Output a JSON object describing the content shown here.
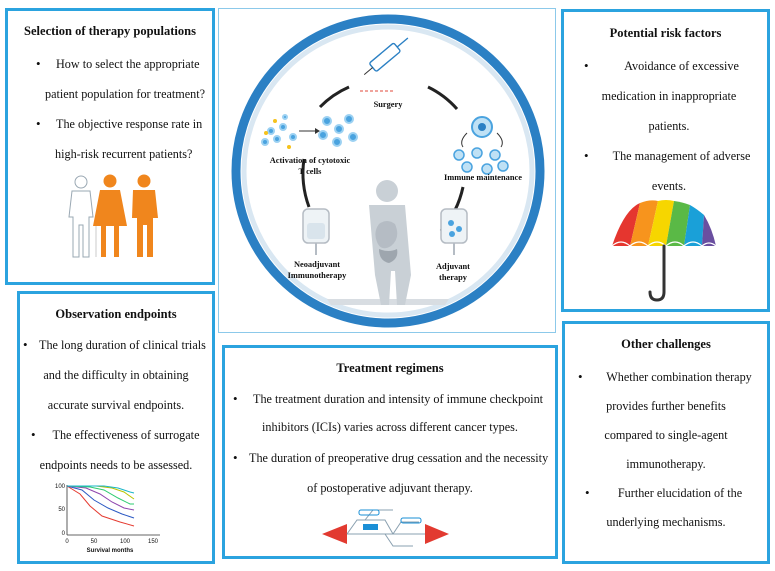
{
  "selection": {
    "title": "Selection of therapy populations",
    "b1_l1": "How to select the appropriate",
    "b1_l2": "patient population for treatment?",
    "b2_l1": "The objective response rate in",
    "b2_l2": "high-risk recurrent patients?"
  },
  "risk": {
    "title": "Potential risk factors",
    "b1_l1": "Avoidance of excessive",
    "b1_l2": "medication in inappropriate",
    "b1_l3": "patients.",
    "b2_l1": "The management of adverse",
    "b2_l2": "events."
  },
  "observation": {
    "title": "Observation endpoints",
    "b1_l1": "The long duration of clinical trials",
    "b1_l2": "and the difficulty in obtaining",
    "b1_l3": "accurate survival endpoints.",
    "b2_l1": "The effectiveness of surrogate",
    "b2_l2": "endpoints needs to be  assessed."
  },
  "treatment": {
    "title": "Treatment regimens",
    "b1_l1": "The treatment duration and intensity of immune checkpoint",
    "b1_l2": "inhibitors (ICIs) varies across different cancer types.",
    "b2_l1": "The duration of preoperative drug cessation and the necessity",
    "b2_l2": "of postoperative adjuvant therapy."
  },
  "other": {
    "title": "Other challenges",
    "b1_l1": "Whether combination therapy",
    "b1_l2": "provides further benefits",
    "b1_l3": "compared to single-agent",
    "b1_l4": "immunotherapy.",
    "b2_l1": "Further elucidation of the",
    "b2_l2": "underlying mechanisms."
  },
  "cycle": {
    "surgery": "Surgery",
    "activation_l1": "Activation of cytotoxic",
    "activation_l2": "T cells",
    "immune": "Immune maintenance",
    "neo_l1": "Neoadjuvant",
    "neo_l2": "Immunotherapy",
    "adj_l1": "Adjuvant",
    "adj_l2": "therapy"
  },
  "km_chart": {
    "xlabel": "Survival months",
    "yticks": [
      "100",
      "50",
      "0"
    ],
    "xticks": [
      "0",
      "50",
      "100",
      "150"
    ]
  },
  "bullet_glyph": "•",
  "colors": {
    "border": "#2ba3df",
    "ring": "#2b80c4",
    "person_orange": "#f0861d",
    "fish_red": "#e23a30"
  },
  "icons": [
    "people-icon",
    "umbrella-icon",
    "survival-curve-icon",
    "fishbone-icon",
    "syringe-icon",
    "human-body-icon",
    "iv-bag-icon",
    "cells-icon"
  ]
}
